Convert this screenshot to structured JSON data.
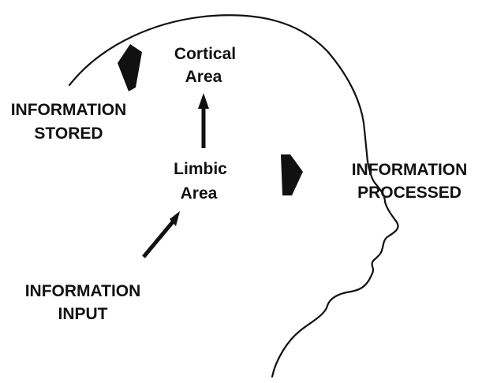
{
  "labels": {
    "cortical_line1": "Cortical",
    "cortical_line2": "Area",
    "limbic_line1": "Limbic",
    "limbic_line2": "Area",
    "stored_line1": "INFORMATION",
    "stored_line2": "STORED",
    "processed_line1": "INFORMATION",
    "processed_line2": "PROCESSED",
    "input_line1": "INFORMATION",
    "input_line2": "INPUT"
  },
  "colors": {
    "ink": "#111111",
    "background": "#ffffff"
  }
}
